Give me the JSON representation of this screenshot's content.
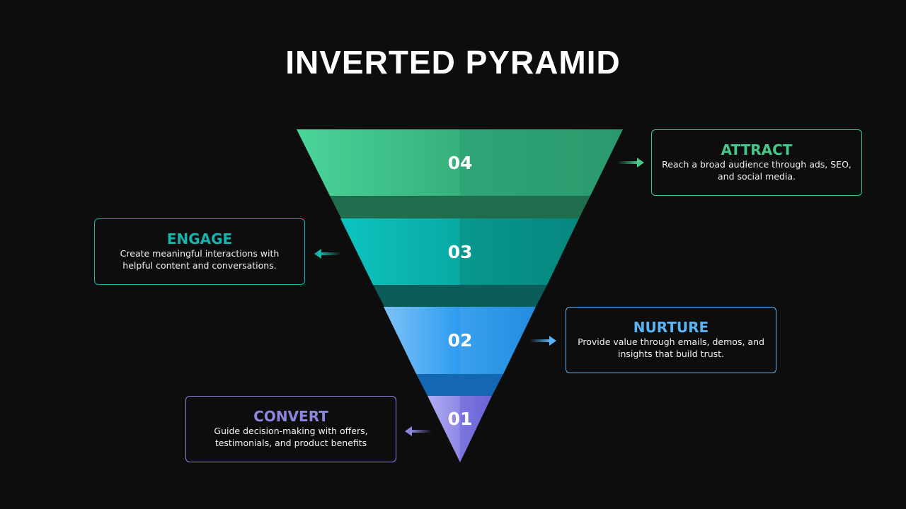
{
  "title": "INVERTED PYRAMID",
  "layers": [
    {
      "number": "04",
      "title": "ATTRACT",
      "description": "Reach a broad audience through ads, SEO, and social media.",
      "color": "#45c98a"
    },
    {
      "number": "03",
      "title": "ENGAGE",
      "description": "Create meaningful interactions with helpful content and conversations.",
      "color": "#17b3ad"
    },
    {
      "number": "02",
      "title": "NURTURE",
      "description": "Provide value through emails, demos, and insights that build trust.",
      "color": "#5ab4f5"
    },
    {
      "number": "01",
      "title": "CONVERT",
      "description": "Guide decision-making with offers, testimonials, and product benefits",
      "color": "#8b86e0"
    }
  ]
}
